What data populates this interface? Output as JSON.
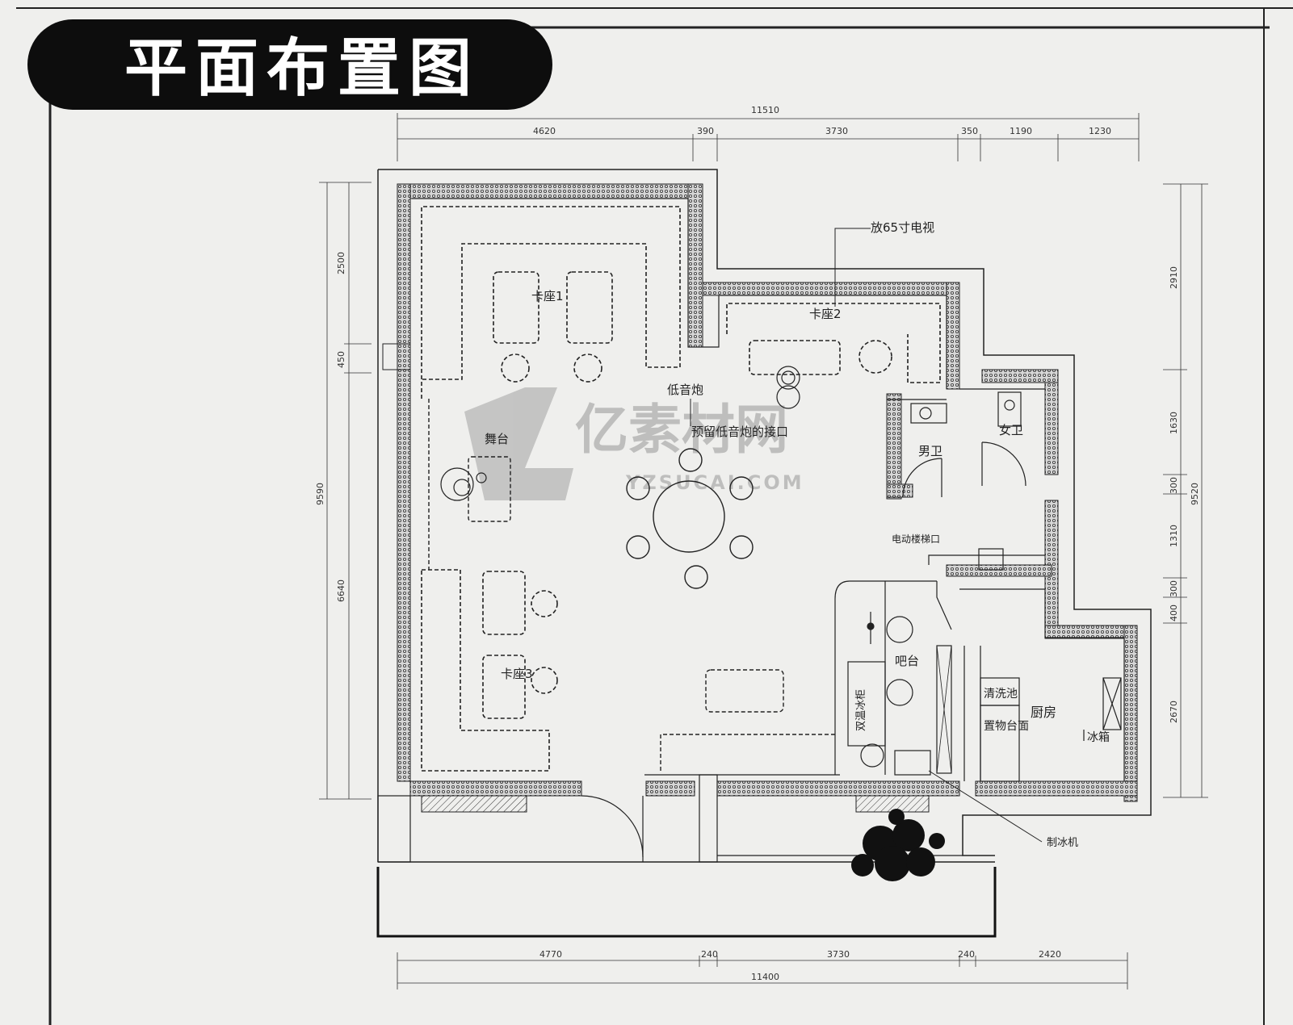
{
  "title": "平面布置图",
  "callouts": {
    "tv": "放65寸电视",
    "icemaker": "制冰机"
  },
  "rooms": {
    "booth1": "卡座1",
    "booth2": "卡座2",
    "booth3": "卡座3",
    "stage": "舞台",
    "subwoofer": "低音炮",
    "subwoofer_port": "预留低音炮的接口",
    "mens_wc": "男卫",
    "womens_wc": "女卫",
    "elevator": "电动楼梯口",
    "bar": "吧台",
    "dual_fridge": "双温冰柜",
    "kitchen": "厨房",
    "sink": "清洗池",
    "counter": "置物台面",
    "fridge": "冰箱"
  },
  "dimensions": {
    "top_total": "11510",
    "top_segments": [
      "4620",
      "390",
      "3730",
      "350",
      "1190",
      "1230"
    ],
    "bottom_total": "11400",
    "bottom_segments": [
      "4770",
      "240",
      "3730",
      "240",
      "2420"
    ],
    "left_total": "9590",
    "left_segments": [
      "2500",
      "450",
      "6640"
    ],
    "right_total": "9520",
    "right_segments": [
      "2910",
      "1630",
      "300",
      "1310",
      "300",
      "400",
      "2670"
    ]
  },
  "watermark": {
    "brand": "亿素材网",
    "url": "YZSUCAI.COM"
  },
  "colors": {
    "banner": "#0d0d0d",
    "paper": "#efefed",
    "line": "#222222"
  }
}
